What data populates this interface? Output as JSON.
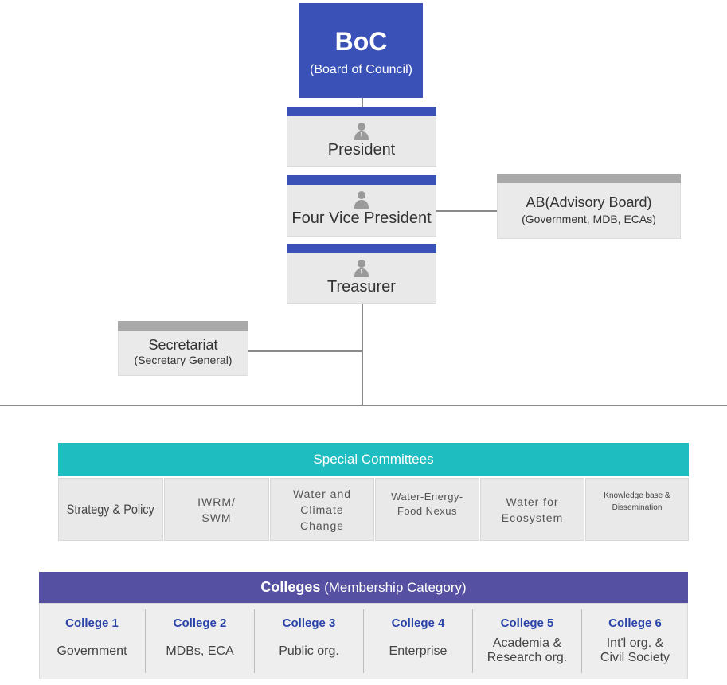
{
  "boc": {
    "title": "BoC",
    "subtitle": "(Board of Council)"
  },
  "officers": [
    {
      "label": "President",
      "icon": "person-icon"
    },
    {
      "label": "Four Vice President",
      "icon": "person-icon"
    },
    {
      "label": "Treasurer",
      "icon": "person-icon"
    }
  ],
  "advisory": {
    "title": "AB(Advisory Board)",
    "subtitle": "(Government, MDB, ECAs)"
  },
  "secretariat": {
    "title": "Secretariat",
    "subtitle": "(Secretary General)"
  },
  "special_committees": {
    "header": "Special Committees",
    "items": [
      {
        "lines": [
          "Strategy & Policy"
        ]
      },
      {
        "lines": [
          "IWRM/",
          "SWM"
        ]
      },
      {
        "lines": [
          "Water and",
          "Climate",
          "Change"
        ]
      },
      {
        "lines": [
          "Water-Energy-",
          "Food Nexus"
        ]
      },
      {
        "lines": [
          "Water for",
          "Ecosystem"
        ]
      },
      {
        "lines": [
          "Knowledge base &",
          "Dissemination"
        ]
      }
    ]
  },
  "colleges": {
    "header_main": "Colleges",
    "header_sub": "(Membership Category)",
    "items": [
      {
        "name": "College 1",
        "desc": [
          "Government"
        ]
      },
      {
        "name": "College 2",
        "desc": [
          "MDBs, ECA"
        ]
      },
      {
        "name": "College 3",
        "desc": [
          "Public org."
        ]
      },
      {
        "name": "College 4",
        "desc": [
          "Enterprise"
        ]
      },
      {
        "name": "College 5",
        "desc": [
          "Academia &",
          "Research org."
        ]
      },
      {
        "name": "College 6",
        "desc": [
          "Int'l org. &",
          "Civil Society"
        ]
      }
    ]
  },
  "colors": {
    "primary_blue": "#3a51b8",
    "teal": "#1ebdc0",
    "purple": "#5650a2",
    "gray_bar": "#a9a9a9"
  }
}
